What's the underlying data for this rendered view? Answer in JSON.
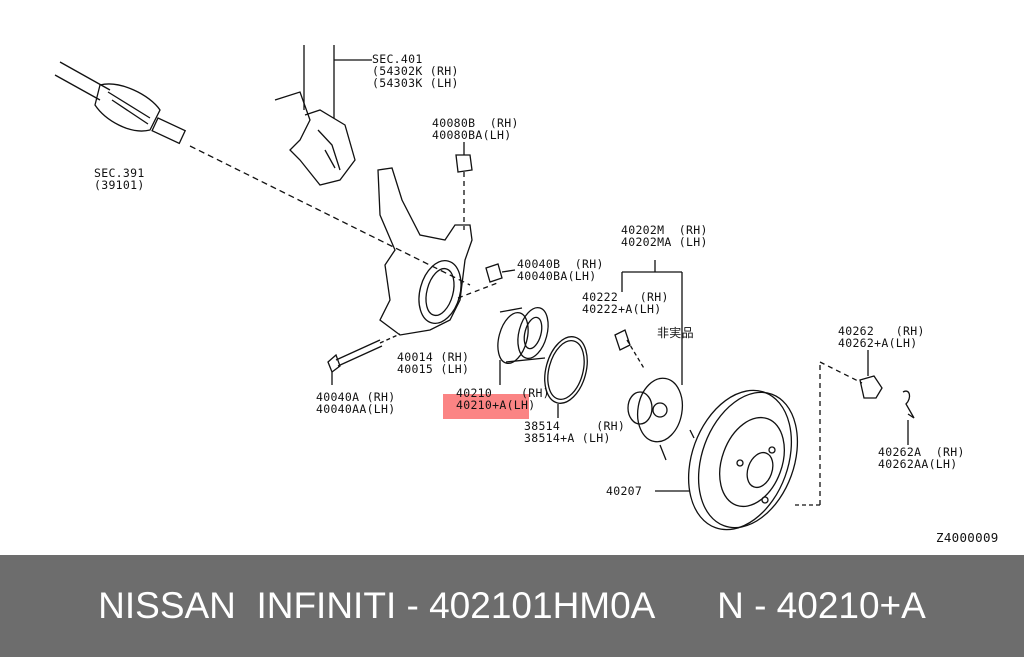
{
  "labels": {
    "sec401": [
      "SEC.401",
      "(54302K (RH)",
      "(54303K (LH)"
    ],
    "sec391": [
      "SEC.391",
      "(39101)"
    ],
    "nut_40080": [
      "40080B  (RH)",
      "40080BA(LH)"
    ],
    "nut_40040b": [
      "40040B  (RH)",
      "40040BA(LH)"
    ],
    "knuckle": [
      "40014 (RH)",
      "40015 (LH)"
    ],
    "bolt_40040a": [
      "40040A (RH)",
      "40040AA(LH)"
    ],
    "bearing": [
      "40210    (RH)",
      "40210+A(LH)"
    ],
    "snap_ring": [
      "38514     (RH)",
      "38514+A (LH)"
    ],
    "hub": [
      "40202M  (RH)",
      "40202MA (LH)"
    ],
    "hub_bolt": [
      "40222   (RH)",
      "40222+A(LH)"
    ],
    "not_sold": "非実品",
    "nut_40262": [
      "40262   (RH)",
      "40262+A(LH)"
    ],
    "clip_40262a": [
      "40262A  (RH)",
      "40262AA(LH)"
    ],
    "rotor": "40207",
    "diagram_code": "Z4000009"
  },
  "highlight_color": "#fa6e6e",
  "footer": {
    "brand": "NISSAN  INFINITI - 402101HM0A",
    "part": "N - 40210+A"
  }
}
